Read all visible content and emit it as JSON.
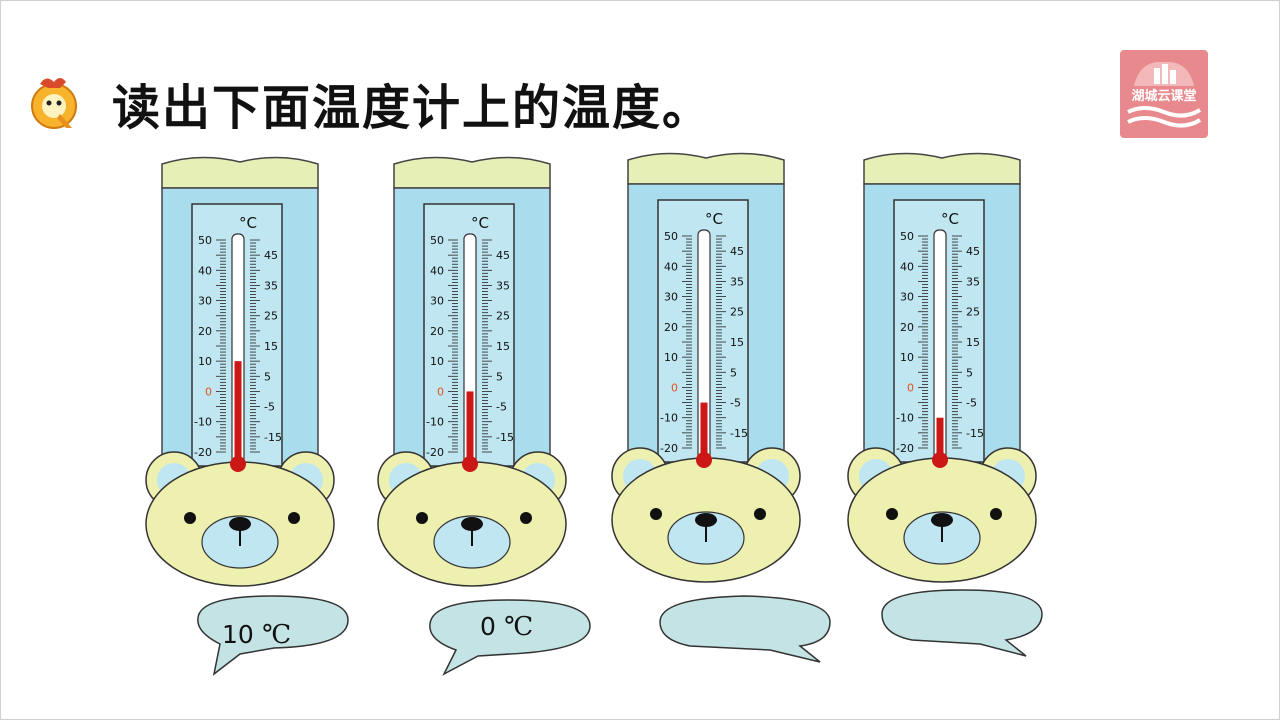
{
  "title": "读出下面温度计上的温度。",
  "logo": {
    "text": "湖城云课堂"
  },
  "unit_label": "°C",
  "scale": {
    "left_ticks": [
      "50",
      "40",
      "30",
      "20",
      "10",
      "0",
      "-10",
      "-20"
    ],
    "right_ticks": [
      "45",
      "35",
      "25",
      "15",
      "5",
      "-5",
      "-15"
    ]
  },
  "thermometers": [
    {
      "reading": 10
    },
    {
      "reading": 0
    },
    {
      "reading": -5
    },
    {
      "reading": -10
    }
  ],
  "answers": [
    {
      "value": "10",
      "unit": "℃"
    },
    {
      "value": "0",
      "unit": "℃"
    },
    {
      "value": "",
      "unit": ""
    },
    {
      "value": "",
      "unit": ""
    }
  ],
  "colors": {
    "panel": "#a9dcec",
    "top": "#e6efb5",
    "bear": "#eef0b0",
    "mercury": "#cc1717",
    "bubble": "#c3e3e4"
  }
}
